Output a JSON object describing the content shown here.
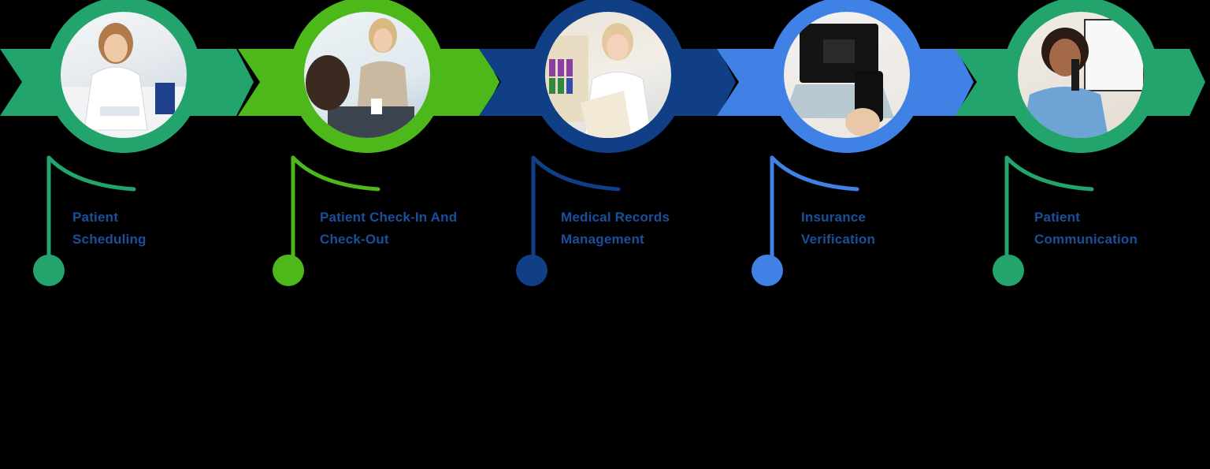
{
  "diagram": {
    "type": "process-timeline",
    "steps": [
      {
        "title_line1": "Patient",
        "title_line2": "Scheduling",
        "color": "#22a46c",
        "image": "receptionist-on-phone-photo",
        "description": ""
      },
      {
        "title_line1": "Patient Check-In And",
        "title_line2": "Check-Out",
        "color": "#4cb81a",
        "image": "front-desk-check-in-photo",
        "description": ""
      },
      {
        "title_line1": "Medical Records",
        "title_line2": "Management",
        "color": "#113f86",
        "image": "doctor-with-records-photo",
        "description": ""
      },
      {
        "title_line1": "Insurance",
        "title_line2": "Verification",
        "color": "#3f81e4",
        "image": "laptop-and-phone-verification-photo",
        "description": ""
      },
      {
        "title_line1": "Patient",
        "title_line2": "Communication",
        "color": "#22a46c",
        "image": "nurse-on-phone-photo",
        "description": ""
      }
    ],
    "heading_color": "#1a4f9c",
    "background": "#000000"
  }
}
